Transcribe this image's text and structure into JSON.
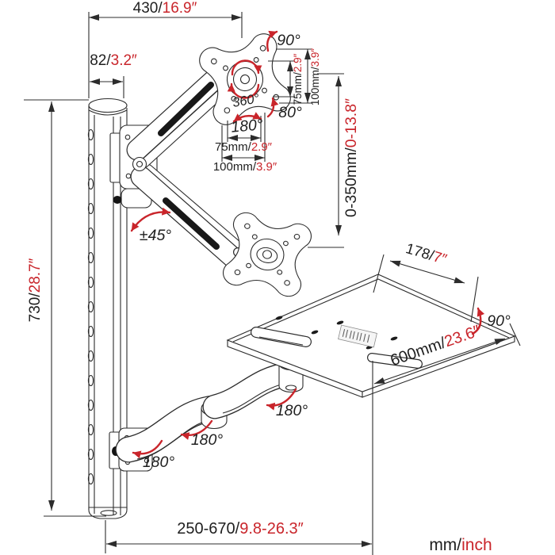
{
  "legend": {
    "mm": "mm/",
    "inch": "inch"
  },
  "colors": {
    "line": "#2c2c2c",
    "text": "#1f1f1f",
    "accent_red": "#c9252b",
    "background": "#ffffff"
  },
  "dims": {
    "top_width": {
      "mm": "430/",
      "inch": "16.9″"
    },
    "track_depth": {
      "mm": "82/",
      "inch": "3.2″"
    },
    "track_height": {
      "mm": "730/",
      "inch": "28.7″"
    },
    "vesa_v75": {
      "mm": "75mm/",
      "inch": "2.9″"
    },
    "vesa_v100": {
      "mm": "100mm/",
      "inch": "3.9″"
    },
    "vesa_h75": {
      "mm": "75mm/",
      "inch": "2.9″"
    },
    "vesa_h100": {
      "mm": "100mm/",
      "inch": "3.9″"
    },
    "lift_range": {
      "mm": "0-350mm/",
      "inch": "0-13.8″"
    },
    "tray_depth": {
      "mm": "178/",
      "inch": "7″"
    },
    "tray_width": {
      "mm": "600mm/",
      "inch": "23.6″"
    },
    "reach_range": {
      "mm": "250-670/",
      "inch": "9.8-26.3″"
    }
  },
  "angles": {
    "tilt_up": "90°",
    "rotate": "360°",
    "swivel": "180°",
    "tilt_down": "80°",
    "arm_tilt": "±45°",
    "tray_fold": "90°",
    "swing_1": "180°",
    "swing_2": "180°",
    "swing_3": "180°"
  }
}
